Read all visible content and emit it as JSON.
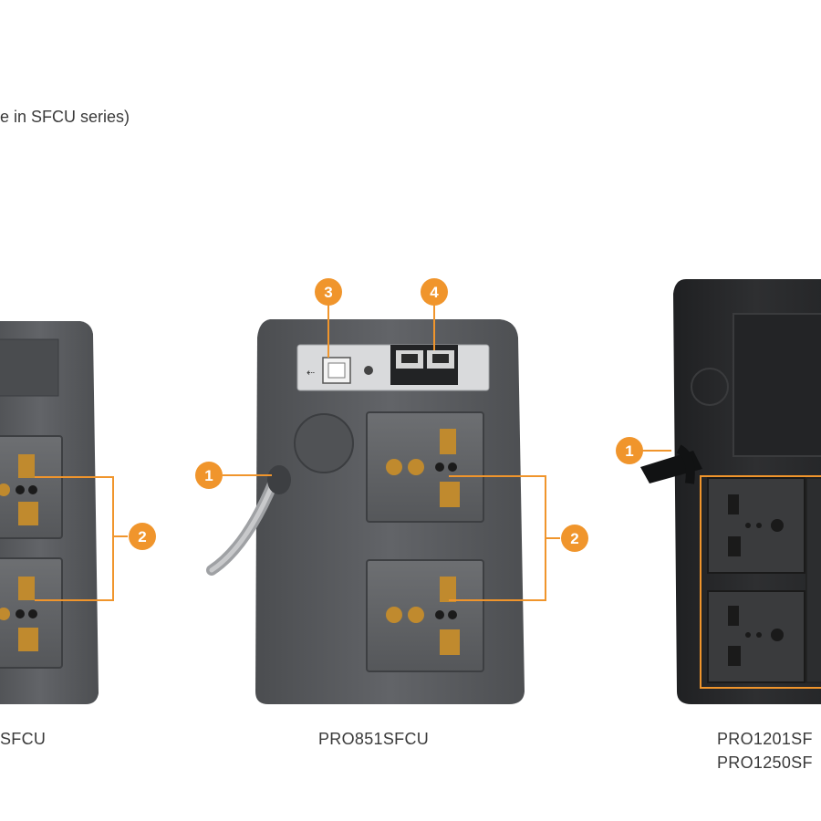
{
  "note": "e in SFCU series)",
  "products": [
    {
      "model_label": "SFCU"
    },
    {
      "model_label": "PRO851SFCU"
    },
    {
      "model_label_line1": "PRO1201SF",
      "model_label_line2": "PRO1250SF"
    }
  ],
  "callouts": {
    "one": "1",
    "two": "2",
    "three": "3",
    "four": "4"
  },
  "colors": {
    "accent": "#f0952c",
    "ups_body_grey": "#5b5d60",
    "ups_body_dark": "#2a2b2d",
    "socket_brass": "#c08a2e"
  }
}
